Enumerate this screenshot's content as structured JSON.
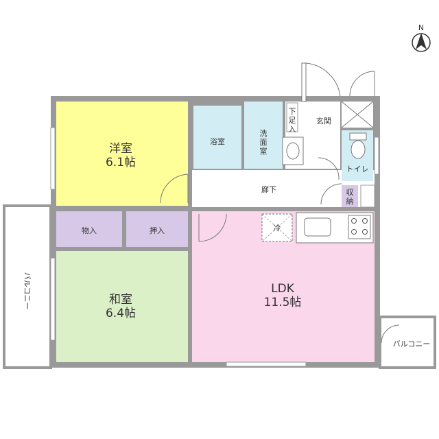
{
  "compass": {
    "label": "N"
  },
  "rooms": {
    "western": {
      "name": "洋室",
      "size": "6.1帖"
    },
    "japanese": {
      "name": "和室",
      "size": "6.4帖"
    },
    "ldk": {
      "name": "LDK",
      "size": "11.5帖"
    },
    "bath": {
      "name": "浴室"
    },
    "washroom": {
      "name": "洗\n面\n室"
    },
    "hallway": {
      "name": "廊下"
    },
    "entrance": {
      "name": "玄関"
    },
    "shoe_box": {
      "name": "下\n足\n入"
    },
    "toilet": {
      "name": "トイレ"
    },
    "closet_storage": {
      "name": "収\n納"
    },
    "storage": {
      "name": "物入"
    },
    "closet": {
      "name": "押入"
    },
    "fridge": {
      "name": "冷"
    },
    "balcony_left": {
      "name": "バルコニー"
    },
    "balcony_right": {
      "name": "バルコニー"
    }
  },
  "colors": {
    "western_room": "#ffff99",
    "japanese_room": "#dcf0c8",
    "ldk_room": "#fad7eb",
    "wet_area": "#d2eef4",
    "storage": "#d6c8e6",
    "wall": "#999999"
  }
}
